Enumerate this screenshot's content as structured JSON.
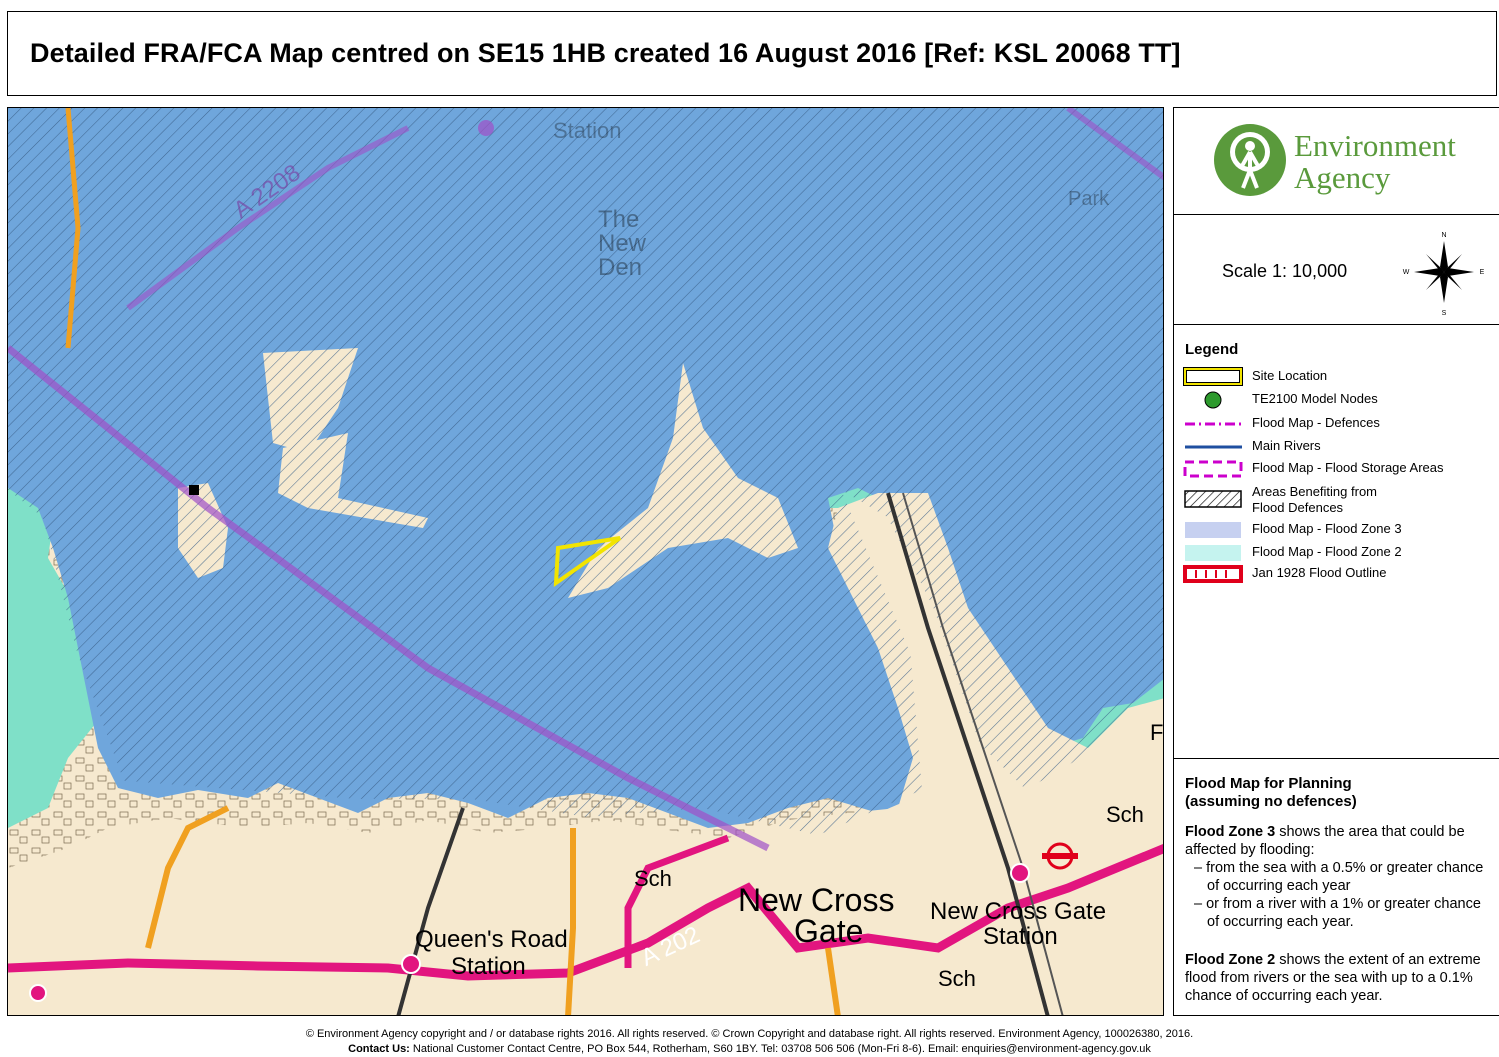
{
  "title": "Detailed FRA/FCA Map centred on SE15 1HB created 16 August 2016 [Ref: KSL 20068 TT]",
  "logo": {
    "line1": "Environment",
    "line2": "Agency",
    "icon": "tree-person-icon"
  },
  "scale": {
    "text": "Scale 1: 10,000",
    "compass": {
      "n": "N",
      "e": "E",
      "s": "S",
      "w": "W"
    }
  },
  "legend": {
    "title": "Legend",
    "items": [
      {
        "key": "site",
        "label": "Site Location"
      },
      {
        "key": "nodes",
        "label": "TE2100 Model Nodes"
      },
      {
        "key": "defences",
        "label": "Flood Map - Defences"
      },
      {
        "key": "rivers",
        "label": "Main Rivers"
      },
      {
        "key": "storage",
        "label": "Flood Map - Flood Storage Areas"
      },
      {
        "key": "benefit",
        "label": "Areas Benefiting from\nFlood Defences"
      },
      {
        "key": "zone3",
        "label": "Flood Map - Flood Zone 3"
      },
      {
        "key": "zone2",
        "label": "Flood Map - Flood Zone 2"
      },
      {
        "key": "outline1928",
        "label": "Jan 1928 Flood Outline"
      }
    ]
  },
  "info": {
    "title": "Flood Map for Planning\n(assuming no defences)",
    "zone3_lead": "Flood Zone 3",
    "zone3_text": " shows the area that could be affected by flooding:",
    "zone3_bullets": [
      "– from the sea with a 0.5% or greater chance of occurring each year",
      "– or from a river with a 1% or greater chance of occurring each year."
    ],
    "zone2_lead": "Flood Zone 2",
    "zone2_text": " shows the extent of an extreme flood from rivers or the sea with up to a 0.1% chance of occurring each year."
  },
  "map_labels": {
    "queens_road": "Queen's Road",
    "station1": "Station",
    "new_cross": "New Cross",
    "gate": "Gate",
    "new_cross_gate": "New Cross Gate",
    "station2": "Station",
    "a202": "A 202",
    "a2208": "A 2208",
    "sch1": "Sch",
    "sch2": "Sch",
    "sch3": "Sch",
    "the_new_den": "The\nNew\nDen",
    "station_top": "Station",
    "park": "Park",
    "f": "F"
  },
  "footer": {
    "line1": "© Environment Agency copyright and / or database rights 2016. All rights reserved. © Crown Copyright and database right. All rights reserved. Environment Agency, 100026380, 2016.",
    "contact_label": "Contact Us:",
    "contact_text": " National Customer Contact Centre, PO Box 544, Rotherham, S60 1BY. Tel: 03708 506 506 (Mon-Fri 8-6). Email: enquiries@environment-agency.gov.uk"
  },
  "colors": {
    "zone3": "#6fa6dc",
    "zone2": "#7fe0c8",
    "hatch": "#3a5f88",
    "site": "#f2e400",
    "node": "#2d9a2d",
    "defence": "#cc00cc",
    "river": "#1f4fa0",
    "outline1928": "#e0001b",
    "road_a": "#e2157f",
    "road_b": "#f0a020",
    "brand": "#5a9a3c"
  }
}
